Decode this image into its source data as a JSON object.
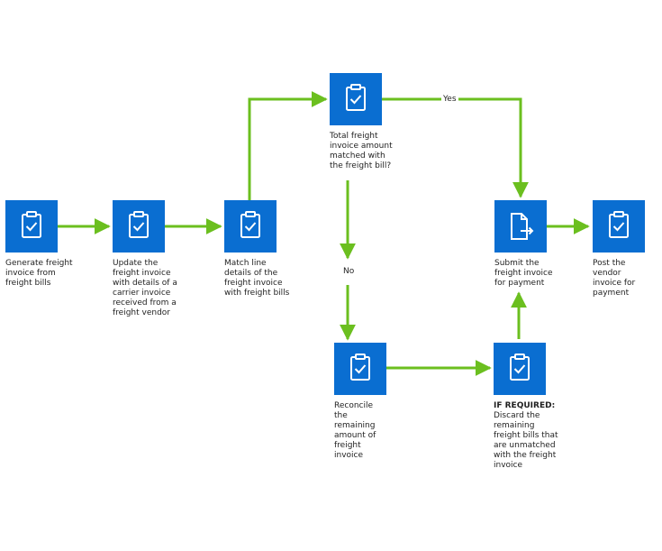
{
  "colors": {
    "node_fill": "#0a6ed1",
    "arrow": "#6bbf1f",
    "text": "#1f1f1f"
  },
  "nodes": {
    "generate": {
      "icon": "clipboard-check-icon",
      "text": "Generate freight invoice from freight bills"
    },
    "update": {
      "icon": "clipboard-check-icon",
      "text": "Update the freight invoice with details of a carrier invoice received from a freight vendor"
    },
    "match": {
      "icon": "clipboard-check-icon",
      "text": "Match line details of the freight invoice with freight bills"
    },
    "decision": {
      "icon": "clipboard-check-icon",
      "text": "Total freight invoice amount matched with the freight bill?"
    },
    "submit": {
      "icon": "document-send-icon",
      "text": "Submit the freight invoice for payment"
    },
    "post": {
      "icon": "clipboard-check-icon",
      "text": "Post the vendor invoice for payment"
    },
    "reconcile": {
      "icon": "clipboard-check-icon",
      "text": "Reconcile the remaining amount of freight invoice"
    },
    "discard": {
      "icon": "clipboard-check-icon",
      "heading": "IF REQUIRED:",
      "text": "Discard the remaining freight bills that are unmatched with the freight invoice"
    }
  },
  "edge_labels": {
    "yes": "Yes",
    "no": "No"
  }
}
